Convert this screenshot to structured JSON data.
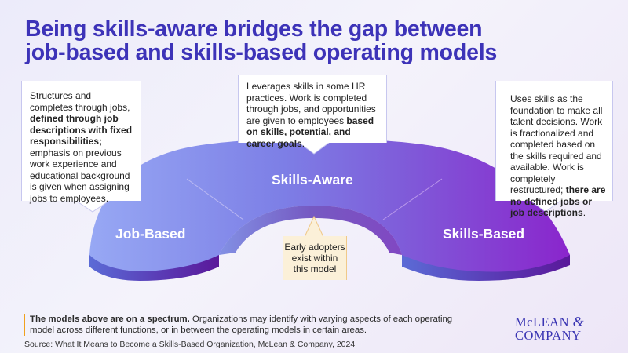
{
  "title": {
    "line1": "Being skills-aware bridges the gap between",
    "line2": "job-based and skills-based operating models"
  },
  "stages": {
    "job_based": "Job-Based",
    "skills_aware": "Skills-Aware",
    "skills_based": "Skills-Based"
  },
  "callouts": {
    "job_based": {
      "text1": "Structures and completes through jobs, ",
      "bold": "defined through job descriptions with fixed responsibilities;",
      "text2": " emphasis on previous work experience and educational background is given when assigning jobs to employees."
    },
    "skills_aware": {
      "text1": "Leverages skills in some HR practices. Work is completed through jobs, and opportunities are given to employees ",
      "bold": "based on skills, potential, and career goals",
      "text2": "."
    },
    "skills_based": {
      "text1": "Uses skills as the foundation to make all talent decisions. Work is fractionalized and completed based on the skills required and available. Work is completely restructured; ",
      "bold": "there are no defined jobs or job descriptions",
      "text2": "."
    },
    "early_adopters": "Early adopters exist within this model"
  },
  "footer": {
    "bold": "The models above are on a spectrum.",
    "text": " Organizations may identify with varying aspects of each operating model across different functions, or in between the operating models in certain areas."
  },
  "source": "Source: What It Means to Become a Skills-Based Organization, McLean & Company, 2024",
  "logo": {
    "line1": "McLEAN",
    "amp": "&",
    "line2": "COMPANY"
  },
  "colors": {
    "title": "#3d33b8",
    "arch_left": "#8d9ff2",
    "arch_mid": "#7a64dc",
    "arch_right": "#8a2fd0",
    "accent": "#f0a11e"
  }
}
